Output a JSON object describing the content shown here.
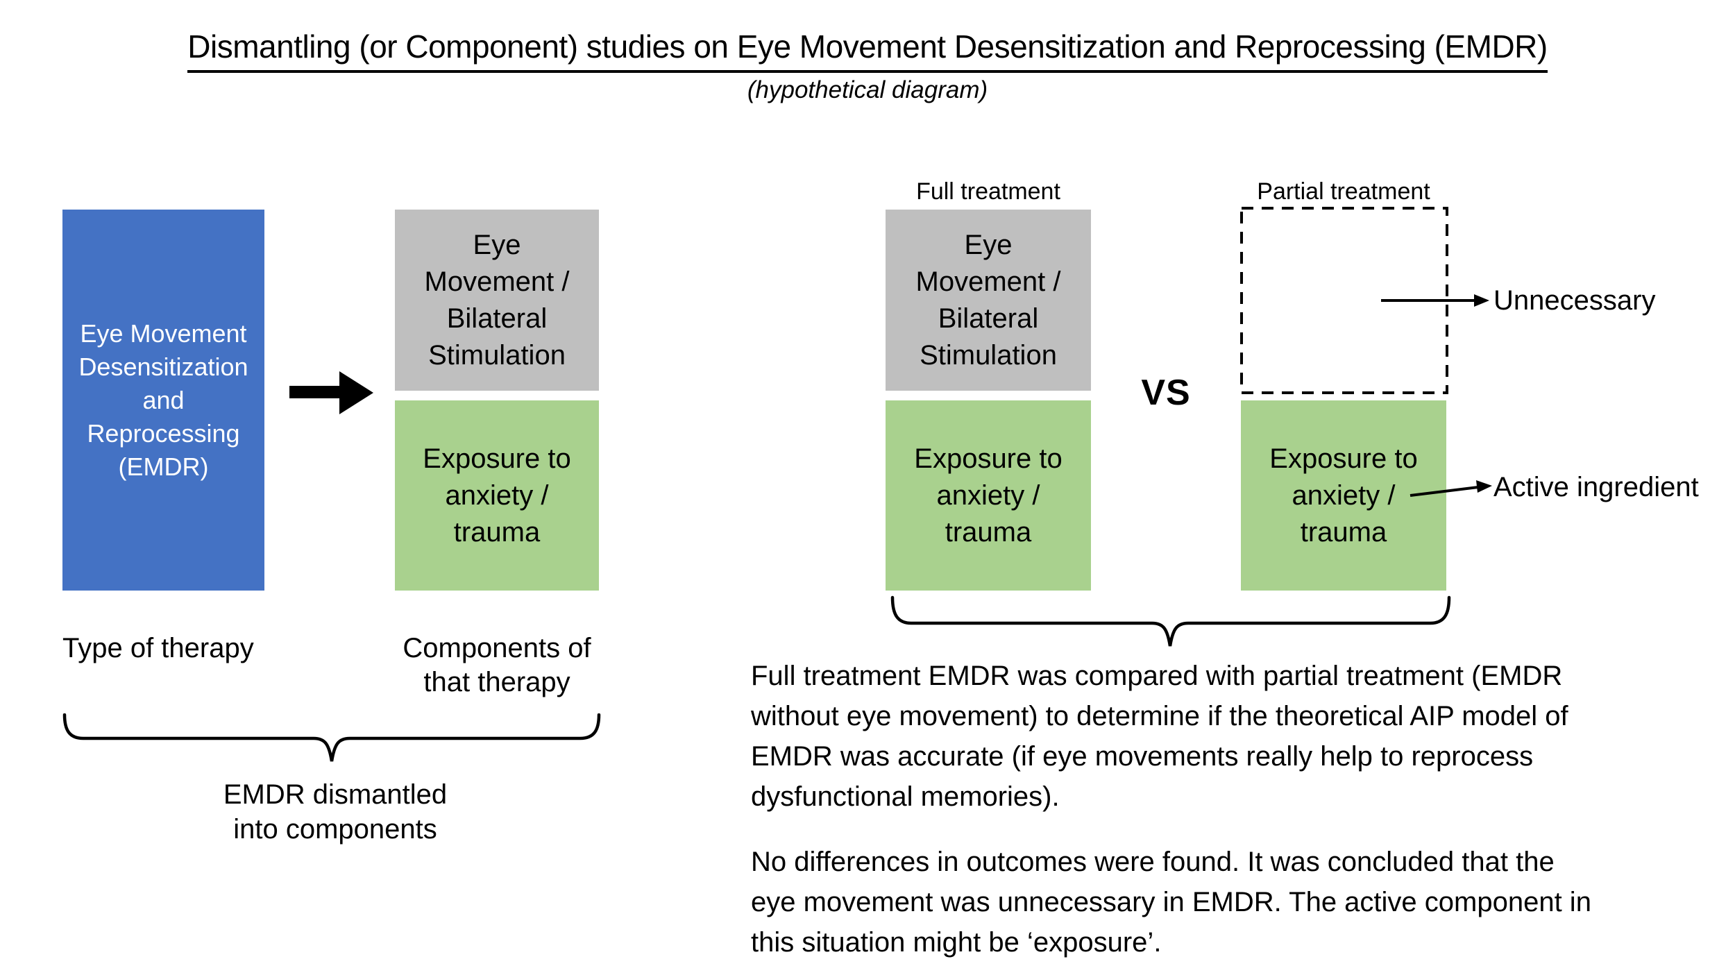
{
  "title": "Dismantling (or Component) studies on Eye Movement Desensitization and Reprocessing (EMDR)",
  "subtitle": "(hypothetical diagram)",
  "colors": {
    "therapy_blue": "#4472C4",
    "component_gray": "#BFBFBF",
    "component_green": "#A9D18E",
    "text_black": "#000000"
  },
  "left": {
    "therapy_box": "Eye Movement\nDesensitization\nand\nReprocessing\n(EMDR)",
    "components_top_box": "Eye\nMovement /\nBilateral\nStimulation",
    "components_bottom_box": "Exposure to\nanxiety /\ntrauma",
    "type_label": "Type of therapy",
    "components_label": "Components of\nthat therapy",
    "brace_caption": "EMDR dismantled\ninto components"
  },
  "right": {
    "full_treatment_label": "Full treatment",
    "partial_treatment_label": "Partial treatment",
    "vs_label": "VS",
    "full_top_box": "Eye\nMovement /\nBilateral\nStimulation",
    "full_bottom_box": "Exposure to\nanxiety /\ntrauma",
    "partial_bottom_box": "Exposure to\nanxiety /\ntrauma",
    "unnecessary_label": "Unnecessary",
    "active_ingredient_label": "Active ingredient",
    "paragraph1": "Full treatment EMDR was compared with partial treatment (EMDR\nwithout eye movement) to determine if the theoretical AIP model of\nEMDR was accurate (if eye movements really help to reprocess\ndysfunctional memories).",
    "paragraph2": "No differences in outcomes were found. It was concluded that the\neye movement was unnecessary in EMDR. The active component in\nthis situation might be ‘exposure’."
  }
}
